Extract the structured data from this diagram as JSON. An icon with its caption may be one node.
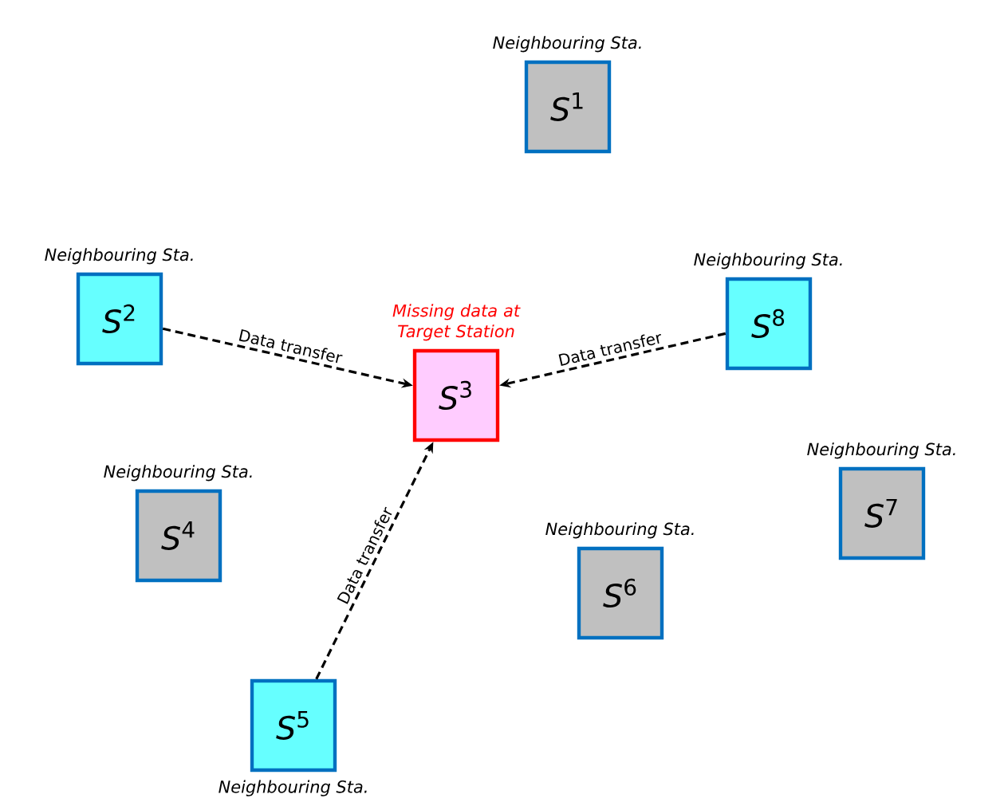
{
  "diagram": {
    "nodes": [
      {
        "text": [
          "*S*$^{1}$"
        ],
        "beside": [
          "Neighbouring Sta."
        ]
      },
      {
        "text": [
          "*S*$^{2}$"
        ],
        "beside": [
          "Neighbouring Sta."
        ]
      },
      {
        "text": [
          "*S*$^{3}$"
        ],
        "beside": [
          "Missing data at Target Station"
        ]
      },
      {
        "text": [
          "*S*$^{8}$"
        ],
        "beside": [
          "Neighbouring Sta."
        ]
      },
      {
        "text": [
          "*S*$^{4}$"
        ],
        "beside": [
          "Neighbouring Sta."
        ]
      },
      {
        "text": [
          "*S*$^{7}$"
        ],
        "beside": [
          "Neighbouring Sta."
        ]
      },
      {
        "text": [
          "*S*$^{6}$"
        ],
        "beside": [
          "Neighbouring Sta."
        ]
      },
      {
        "text": [
          "*S*$^{5}$"
        ],
        "beside": [
          "Neighbouring Sta."
        ]
      }
    ],
    "edges": [
      {
        "from": 1,
        "to": 2,
        "arrow": "to",
        "label": "Data transfer",
        "style": "dashed"
      },
      {
        "from": 3,
        "to": 2,
        "arrow": "to",
        "label": "Data transfer",
        "style": "dashed"
      },
      {
        "from": 7,
        "to": 2,
        "arrow": "to",
        "label": "Data transfer",
        "style": "dashed"
      }
    ]
  }
}
